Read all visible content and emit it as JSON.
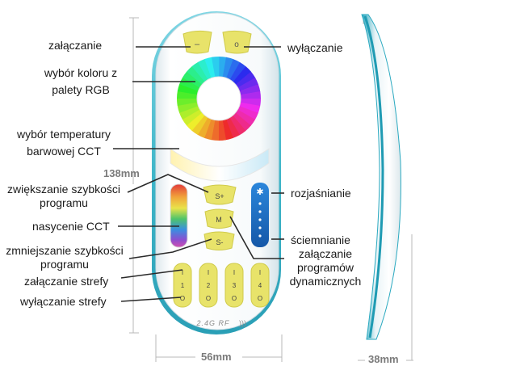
{
  "labels": {
    "power_on": "załączanie",
    "power_off": "wyłączanie",
    "rgb_line1": "wybór koloru z",
    "rgb_line2": "palety RGB",
    "cct_line1": "wybór temperatury",
    "cct_line2": "barwowej CCT",
    "speed_up_line1": "zwiększanie szybkości",
    "speed_up_line2": "programu",
    "saturation": "nasycenie CCT",
    "speed_down_line1": "zmniejszanie szybkości",
    "speed_down_line2": "programu",
    "zone_on": "załączanie strefy",
    "zone_off": "wyłączanie strefy",
    "brighten": "rozjaśnianie",
    "dim": "ściemnianie",
    "programs_line1": "załączanie",
    "programs_line2": "programów",
    "programs_line3": "dynamicznych"
  },
  "dimensions": {
    "height": "138mm",
    "width": "56mm",
    "depth": "38mm"
  },
  "remote": {
    "top_left_key": "–",
    "top_right_key": "o",
    "speed_up_key": "S+",
    "mode_key": "M",
    "speed_down_key": "S-",
    "zone_numbers": [
      "1",
      "2",
      "3",
      "4"
    ],
    "zone_on_mark": "I",
    "zone_off_mark": "O",
    "rf_label": "2.4G RF"
  },
  "colors": {
    "key_yellow": "#e8e36a",
    "brightness_blue": "#1f73c9",
    "edge_teal": "#3fb6c9",
    "line": "#2a2a2a"
  }
}
